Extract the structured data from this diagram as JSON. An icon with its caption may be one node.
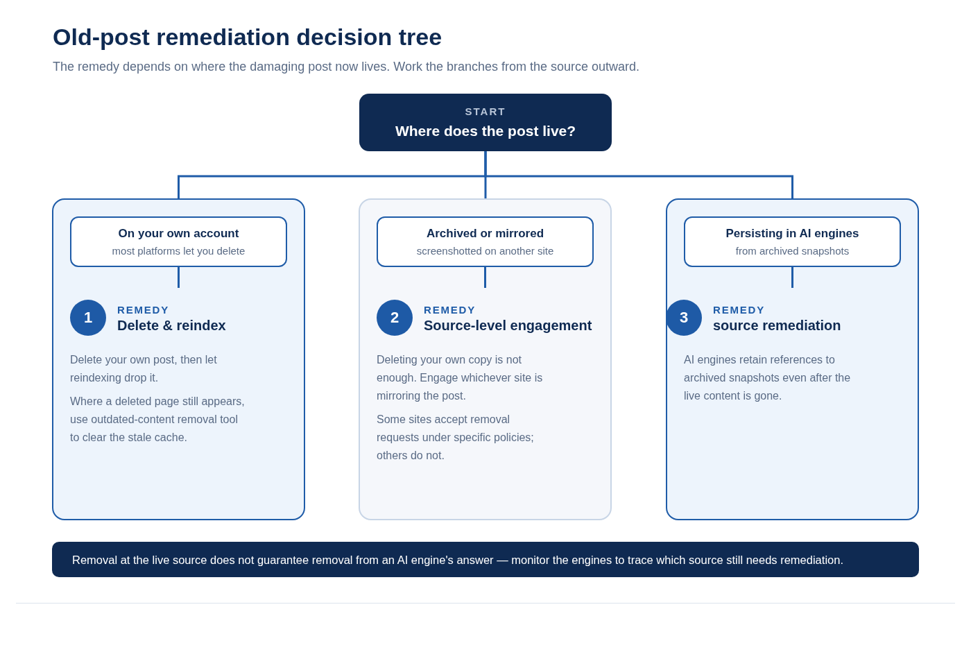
{
  "diagram": {
    "title": "Old-post remediation decision tree",
    "nodes": [
      {
        "text": [
          "START",
          "Where does the post live?"
        ]
      },
      {
        "text": [],
        "shape": "box"
      },
      {
        "text": [
          "On your own account",
          "most platforms let you delete"
        ],
        "in": 1
      },
      {
        "text": [
          "REMEDY",
          "Delete & reindex",
          "Delete your own post, then let reindexing drop it.",
          "Where a deleted page still appears, use outdated-content removal tool to clear the stale cache."
        ],
        "in": 1
      },
      {
        "text": [
          "1"
        ],
        "in": 3
      },
      {
        "text": [],
        "shape": "box"
      },
      {
        "text": [
          "Archived or mirrored",
          "screenshotted on another site"
        ],
        "in": 5
      },
      {
        "text": [
          "REMEDY",
          "Source-level engagement",
          "Deleting your own copy is not enough. Engage whichever site is mirroring the post.",
          "Some sites accept removal requests under specific policies; others do not."
        ],
        "in": 5
      },
      {
        "text": [
          "2"
        ],
        "in": 7
      },
      {
        "text": [],
        "shape": "box"
      },
      {
        "text": [
          "Persisting in AI engines",
          "from archived snapshots"
        ],
        "in": 9
      },
      {
        "text": [
          "REMEDY",
          "source remediation",
          "AI engines retain references to archived snapshots even after the live content is gone."
        ],
        "in": 9
      },
      {
        "text": [
          "3"
        ],
        "in": 11
      },
      {
        "text": [
          "Removal at the live source does not guarantee removal from an AI engine's answer — monitor the engines to trace which source still needs remediation."
        ]
      }
    ],
    "edges": [
      {
        "from": 0,
        "to": 1,
        "arrow": "none"
      },
      {
        "from": 0,
        "to": 5,
        "arrow": "none"
      },
      {
        "from": 0,
        "to": 9,
        "arrow": "none"
      },
      {
        "from": 2,
        "to": 3,
        "arrow": "none"
      },
      {
        "from": 6,
        "to": 7,
        "arrow": "none"
      },
      {
        "from": 10,
        "to": 11,
        "arrow": "none"
      }
    ],
    "labels": [
      "The remedy depends on where the damaging post now lives. Work the branches from the source outward."
    ]
  }
}
